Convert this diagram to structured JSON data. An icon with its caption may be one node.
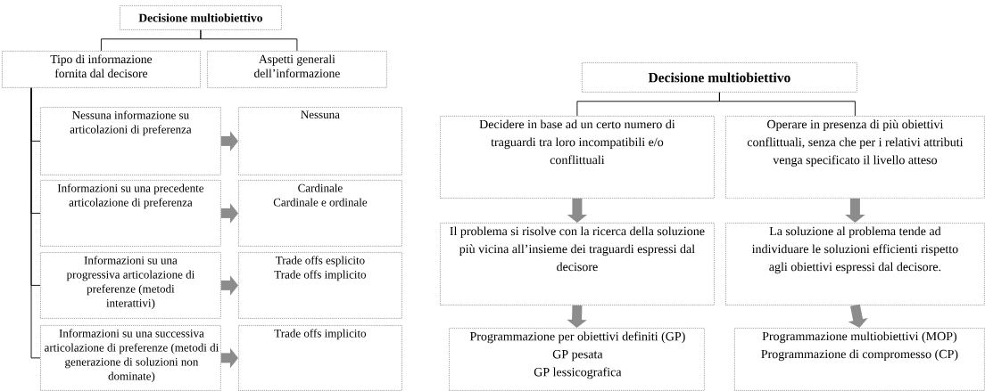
{
  "diagram": {
    "nodes": [
      {
        "text": [
          "Decisione multiobiettivo"
        ]
      },
      {
        "text": [
          "Tipo di informazione fornita dal decisore"
        ]
      },
      {
        "text": [
          "Aspetti generali dell’informazione"
        ]
      },
      {
        "text": [
          "Nessuna informazione su articolazioni di preferenza"
        ]
      },
      {
        "text": [
          "Nessuna"
        ]
      },
      {
        "text": [
          "Informazioni su una precedente articolazione di preferenza"
        ]
      },
      {
        "text": [
          "Cardinale",
          "Cardinale e ordinale"
        ]
      },
      {
        "text": [
          "Informazioni su una progressiva articolazione di preferenze (metodi interattivi)"
        ]
      },
      {
        "text": [
          "Trade offs esplicito",
          "Trade offs implicito"
        ]
      },
      {
        "text": [
          "Informazioni su una successiva articolazione di preferenze (metodi di generazione di soluzioni non dominate)"
        ]
      },
      {
        "text": [
          "Trade offs implicito"
        ]
      },
      {
        "text": [
          "Decisione multiobiettivo"
        ]
      },
      {
        "text": [
          "Decidere in base ad un certo numero di traguardi tra loro incompatibili e/o conflittuali"
        ]
      },
      {
        "text": [
          "Operare in presenza di più obiettivi conflittuali, senza che per i relativi attributi venga specificato il livello atteso"
        ]
      },
      {
        "text": [
          "Il problema si risolve con la ricerca della soluzione più vicina all’insieme dei traguardi espressi dal decisore"
        ]
      },
      {
        "text": [
          "La soluzione al problema tende ad individuare le soluzioni efficienti rispetto agli obiettivi espressi dal decisore."
        ]
      },
      {
        "text": [
          "Programmazione per obiettivi definiti (GP)",
          "GP pesata",
          "GP lessicografica"
        ]
      },
      {
        "text": [
          "Programmazione multiobiettivi (MOP)",
          "Programmazione di compromesso (CP)"
        ]
      }
    ],
    "edges": [
      {
        "from": 0,
        "to": 1,
        "arrow": "none"
      },
      {
        "from": 0,
        "to": 2,
        "arrow": "none"
      },
      {
        "from": 1,
        "to": 3,
        "arrow": "none"
      },
      {
        "from": 1,
        "to": 5,
        "arrow": "none"
      },
      {
        "from": 1,
        "to": 7,
        "arrow": "none"
      },
      {
        "from": 1,
        "to": 9,
        "arrow": "none"
      },
      {
        "from": 3,
        "to": 4,
        "arrow": "to",
        "style": "thick",
        "color": "#8c8c8c"
      },
      {
        "from": 5,
        "to": 6,
        "arrow": "to",
        "style": "thick",
        "color": "#8c8c8c"
      },
      {
        "from": 7,
        "to": 8,
        "arrow": "to",
        "style": "thick",
        "color": "#8c8c8c"
      },
      {
        "from": 9,
        "to": 10,
        "arrow": "to",
        "style": "thick",
        "color": "#8c8c8c"
      },
      {
        "from": 11,
        "to": 12,
        "arrow": "none"
      },
      {
        "from": 11,
        "to": 13,
        "arrow": "none"
      },
      {
        "from": 12,
        "to": 14,
        "arrow": "to",
        "style": "thick",
        "color": "#8c8c8c"
      },
      {
        "from": 13,
        "to": 15,
        "arrow": "to",
        "style": "thick",
        "color": "#8c8c8c"
      },
      {
        "from": 14,
        "to": 16,
        "arrow": "to",
        "style": "thick",
        "color": "#8c8c8c"
      },
      {
        "from": 15,
        "to": 17,
        "arrow": "to",
        "style": "thick",
        "color": "#8c8c8c"
      }
    ]
  }
}
